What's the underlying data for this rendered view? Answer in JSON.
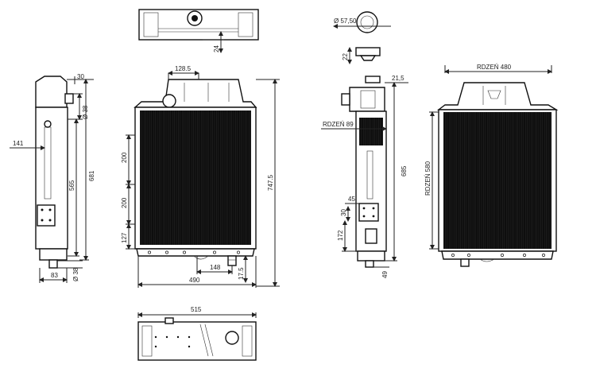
{
  "drawing": {
    "left_unit": {
      "dims": {
        "top_width": "128.5",
        "tank_height": "24",
        "core_h1": "200",
        "core_h2": "200",
        "bottom_offset": "127",
        "height_total": "747.5",
        "core_width": "490",
        "outlet_offset": "148",
        "outlet_height": "17.5",
        "overall_width": "515",
        "side_top": "30",
        "side_dia_top": "Ø 38",
        "side_left": "141",
        "side_h1": "565",
        "side_h2": "681",
        "side_bottom_w": "83",
        "side_dia_bottom": "Ø 38"
      }
    },
    "right_unit": {
      "dims": {
        "cap_dia": "Ø 57,50",
        "cap_height": "22",
        "side_top": "21,5",
        "core_depth": "RDZEŃ 89",
        "side_h": "685",
        "bracket_w": "45",
        "bracket_h": "30",
        "side_bottom": "172",
        "bottom_pipe": "49",
        "core_width": "RDZEŃ 480",
        "core_height": "RDZEŃ 580"
      }
    }
  }
}
